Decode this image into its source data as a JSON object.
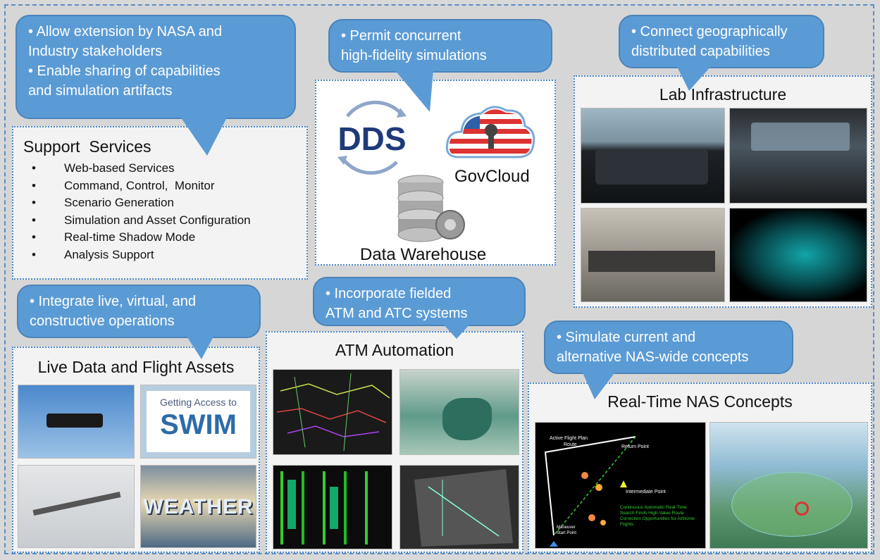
{
  "bubbles": {
    "extension": {
      "lines": [
        "• Allow extension by NASA and",
        "Industry stakeholders",
        "• Enable sharing of capabilities",
        "and simulation artifacts"
      ]
    },
    "concurrent": {
      "lines": [
        "• Permit concurrent",
        "high-fidelity simulations"
      ]
    },
    "connect": {
      "lines": [
        "• Connect geographically",
        "distributed capabilities"
      ]
    },
    "integrate": {
      "lines": [
        "• Integrate live, virtual, and",
        "constructive operations"
      ]
    },
    "incorporate": {
      "lines": [
        "• Incorporate fielded",
        "ATM and ATC systems"
      ]
    },
    "simulate": {
      "lines": [
        "• Simulate current and",
        "alternative NAS-wide concepts"
      ]
    }
  },
  "support_services": {
    "title": "Support  Services",
    "items": [
      "Web-based Services",
      "Command, Control,  Monitor",
      "Scenario Generation",
      "Simulation and Asset Configuration",
      "Real-time Shadow Mode",
      "Analysis Support"
    ],
    "bullet": "•"
  },
  "data_panel": {
    "dds_text": "DDS",
    "govcloud_text": "GovCloud",
    "warehouse_text": "Data Warehouse"
  },
  "lab": {
    "title": "Lab Infrastructure"
  },
  "live": {
    "title": "Live Data and Flight Assets",
    "swim_small": "Getting Access to",
    "swim_big": "SWIM",
    "weather": "WEATHER"
  },
  "atm": {
    "title": "ATM Automation"
  },
  "nas": {
    "title": "Real-Time NAS Concepts",
    "route_labels": [
      "Active Flight Plan",
      "Route",
      "Return Point",
      "Intermediate Point",
      "Maneuver",
      "Start Point"
    ],
    "route_note": [
      "Continuous Automatic Real-Time",
      "Search Finds High-Value Route",
      "Correction Opportunities for Airborne",
      "Flights"
    ]
  },
  "colors": {
    "bubble": "#5b9bd5",
    "panel_border": "#4a86c8",
    "background": "#d9d9d9"
  }
}
